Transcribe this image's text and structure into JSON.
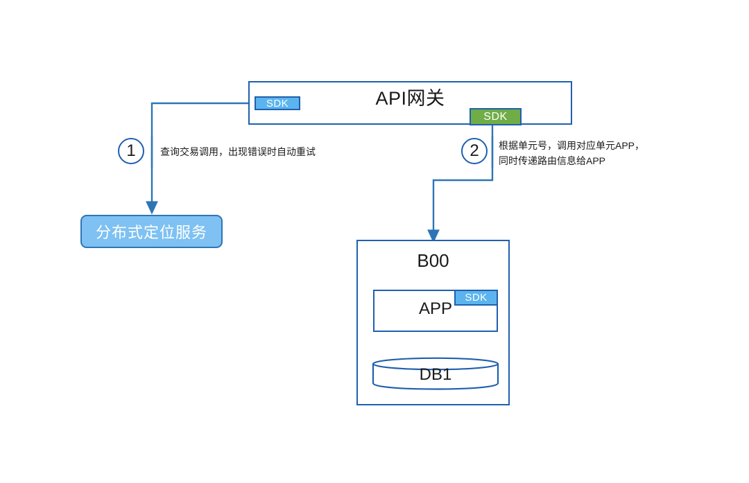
{
  "diagram": {
    "title_hidden": "",
    "api_gateway": {
      "label": "API网关",
      "sdk_left": "SDK",
      "sdk_right": "SDK"
    },
    "steps": [
      {
        "number": "1",
        "text": "查询交易调用，出现错误时自动重试"
      },
      {
        "number": "2",
        "text": "根据单元号，调用对应单元APP，\n同时传递路由信息给APP"
      }
    ],
    "locator_service": {
      "label": "分布式定位服务"
    },
    "unit": {
      "label": "B00",
      "app": {
        "label": "APP",
        "sdk": "SDK"
      },
      "database": {
        "label": "DB1"
      }
    }
  },
  "colors": {
    "outline_blue": "#1F5FAE",
    "sdk_blue": "#5BB4EE",
    "sdk_green": "#70AD47",
    "locator_fill": "#7EC1F2",
    "locator_border": "#2E75B6",
    "connector_blue": "#2E75B6",
    "text_dark": "#1a1a1a",
    "background": "#ffffff"
  }
}
